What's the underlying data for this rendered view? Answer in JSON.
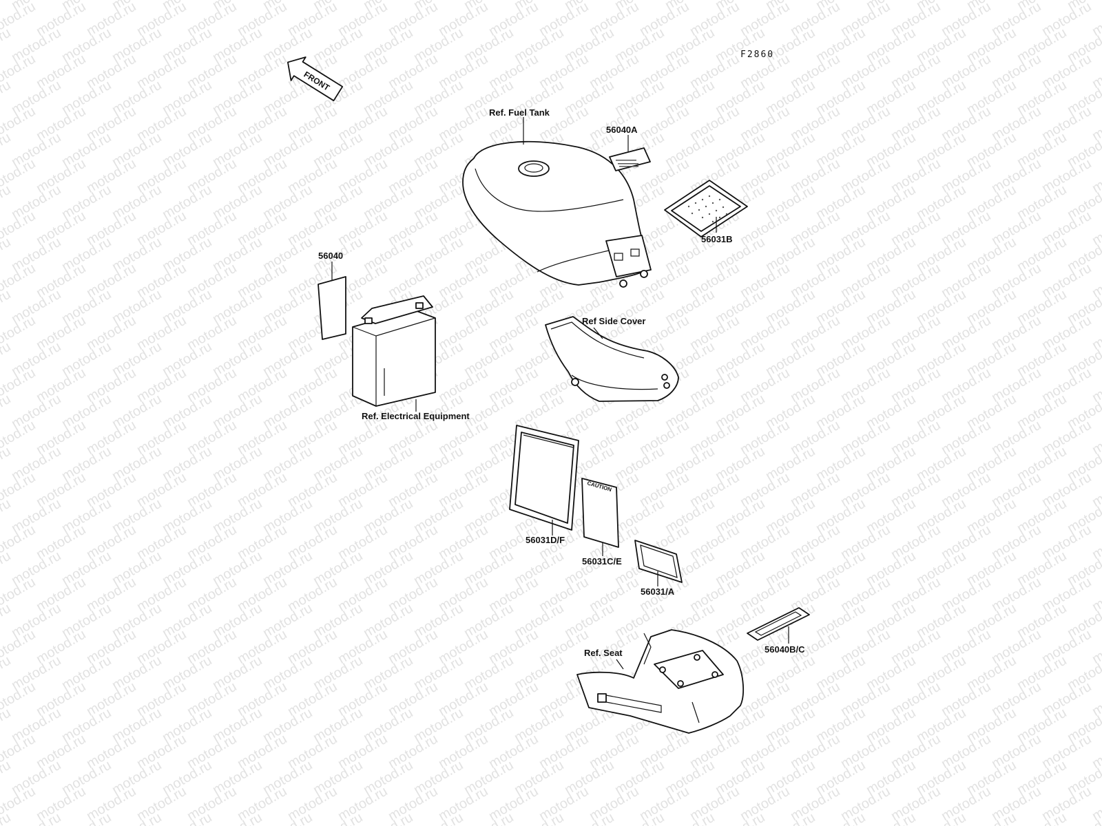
{
  "figure_code": "F2860",
  "front_label": "FRONT",
  "watermark_text": "motod.ru",
  "labels": {
    "fuel_tank": "Ref. Fuel Tank",
    "side_cover": "Ref Side Cover",
    "electrical": "Ref. Electrical Equipment",
    "seat": "Ref. Seat"
  },
  "parts": {
    "p56040A": "56040A",
    "p56031B": "56031B",
    "p56040": "56040",
    "p56031DF": "56031D/F",
    "p56031CE": "56031C/E",
    "p56031A": "56031/A",
    "p56040BC": "56040B/C"
  },
  "caution_text": "CAUTION"
}
